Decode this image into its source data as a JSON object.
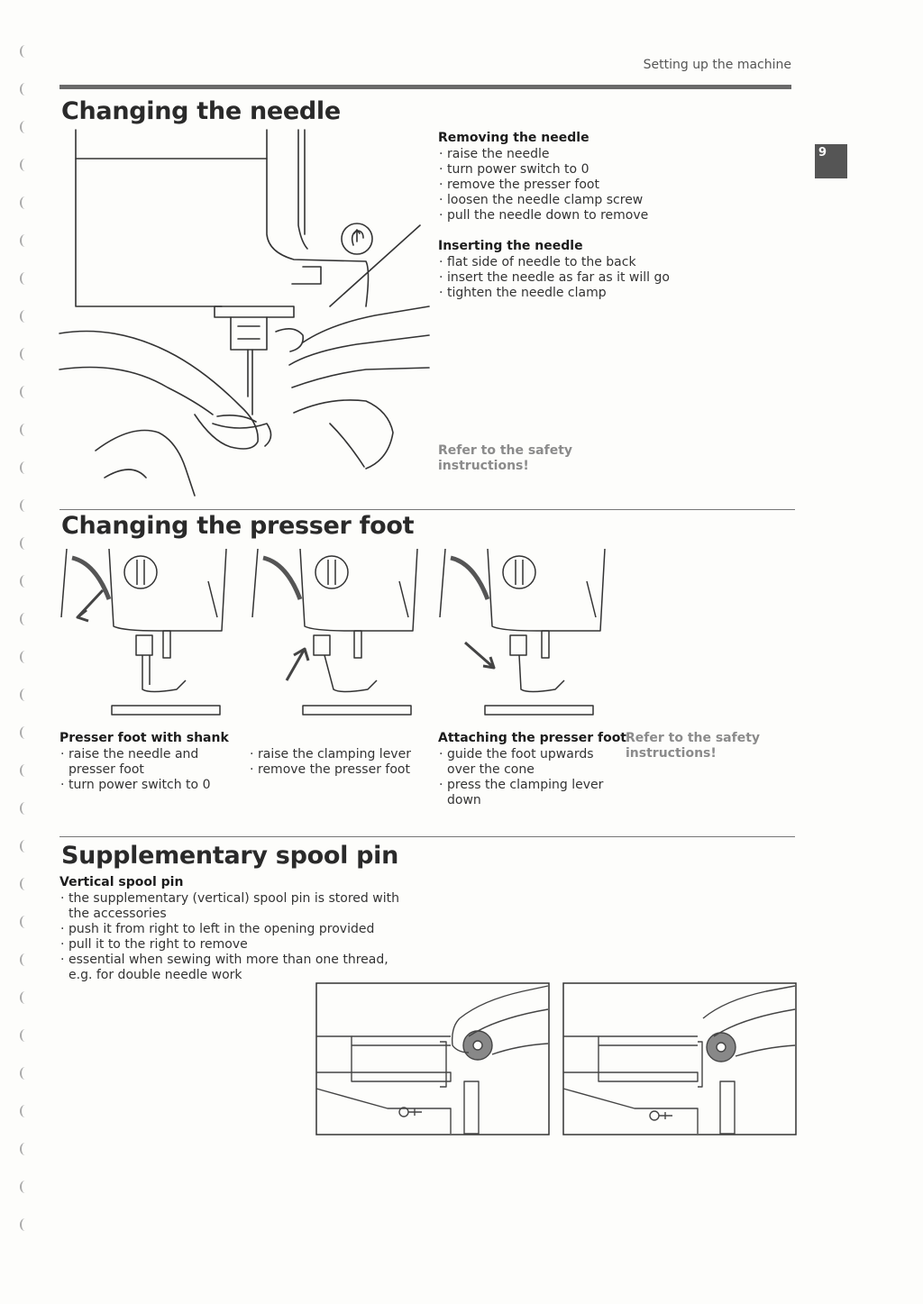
{
  "header": {
    "title": "Setting up the machine",
    "page_tab": "9"
  },
  "needle_section": {
    "heading": "Changing the needle",
    "removing": {
      "title": "Removing the needle",
      "steps": [
        "raise the needle",
        "turn power switch to 0",
        "remove the presser foot",
        "loosen the needle clamp screw",
        "pull the needle down to remove"
      ]
    },
    "inserting": {
      "title": "Inserting the needle",
      "steps": [
        "flat side of needle to the back",
        "insert the needle as far as it will go",
        "tighten the needle clamp"
      ]
    },
    "safety": [
      "Refer to the safety",
      "instructions!"
    ]
  },
  "presser_section": {
    "heading": "Changing the presser foot",
    "shank": {
      "title": "Presser foot with shank",
      "steps_left": [
        "raise the needle and presser foot",
        "turn power switch to 0"
      ],
      "steps_right": [
        "raise the clamping lever",
        "remove the presser foot"
      ]
    },
    "attaching": {
      "title": "Attaching the presser foot",
      "steps": [
        "guide the foot upwards over the cone",
        "press the clamping lever down"
      ]
    },
    "safety": [
      "Refer to the safety",
      "instructions!"
    ]
  },
  "spool_section": {
    "heading": "Supplementary spool pin",
    "vertical": {
      "title": "Vertical spool pin",
      "steps": [
        "the supplementary (vertical) spool pin is stored with the accessories",
        "push it from right to left in the opening provided",
        "pull it to the right to remove",
        "essential when sewing with more than one thread, e.g. for double needle work"
      ]
    }
  }
}
